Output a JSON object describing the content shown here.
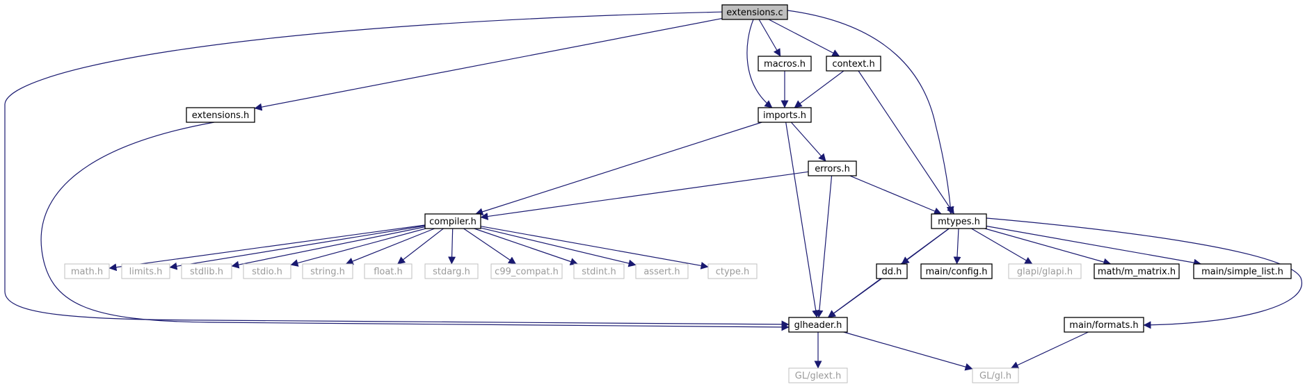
{
  "colors": {
    "edge": "#191970",
    "node_border": "#000000",
    "external_border": "#bfbfbf",
    "external_text": "#9a9a9a",
    "root_fill": "#bfbfbf",
    "node_fill": "#ffffff"
  },
  "nodes": [
    {
      "id": "extensions_c",
      "label": "extensions.c",
      "kind": "root"
    },
    {
      "id": "macros_h",
      "label": "macros.h",
      "kind": "internal"
    },
    {
      "id": "context_h",
      "label": "context.h",
      "kind": "internal"
    },
    {
      "id": "extensions_h",
      "label": "extensions.h",
      "kind": "internal"
    },
    {
      "id": "imports_h",
      "label": "imports.h",
      "kind": "internal"
    },
    {
      "id": "errors_h",
      "label": "errors.h",
      "kind": "internal"
    },
    {
      "id": "compiler_h",
      "label": "compiler.h",
      "kind": "internal"
    },
    {
      "id": "mtypes_h",
      "label": "mtypes.h",
      "kind": "internal"
    },
    {
      "id": "math_h",
      "label": "math.h",
      "kind": "external"
    },
    {
      "id": "limits_h",
      "label": "limits.h",
      "kind": "external"
    },
    {
      "id": "stdlib_h",
      "label": "stdlib.h",
      "kind": "external"
    },
    {
      "id": "stdio_h",
      "label": "stdio.h",
      "kind": "external"
    },
    {
      "id": "string_h",
      "label": "string.h",
      "kind": "external"
    },
    {
      "id": "float_h",
      "label": "float.h",
      "kind": "external"
    },
    {
      "id": "stdarg_h",
      "label": "stdarg.h",
      "kind": "external"
    },
    {
      "id": "c99_compat_h",
      "label": "c99_compat.h",
      "kind": "external"
    },
    {
      "id": "stdint_h",
      "label": "stdint.h",
      "kind": "external"
    },
    {
      "id": "assert_h",
      "label": "assert.h",
      "kind": "external"
    },
    {
      "id": "ctype_h",
      "label": "ctype.h",
      "kind": "external"
    },
    {
      "id": "dd_h",
      "label": "dd.h",
      "kind": "internal"
    },
    {
      "id": "main_config_h",
      "label": "main/config.h",
      "kind": "internal"
    },
    {
      "id": "glapi_glapi_h",
      "label": "glapi/glapi.h",
      "kind": "external"
    },
    {
      "id": "math_m_matrix_h",
      "label": "math/m_matrix.h",
      "kind": "internal"
    },
    {
      "id": "main_simple_list_h",
      "label": "main/simple_list.h",
      "kind": "internal"
    },
    {
      "id": "glheader_h",
      "label": "glheader.h",
      "kind": "internal"
    },
    {
      "id": "main_formats_h",
      "label": "main/formats.h",
      "kind": "internal"
    },
    {
      "id": "gl_glext_h",
      "label": "GL/glext.h",
      "kind": "external"
    },
    {
      "id": "gl_gl_h",
      "label": "GL/gl.h",
      "kind": "external"
    }
  ],
  "edges": [
    {
      "from": "extensions_c",
      "to": "macros_h"
    },
    {
      "from": "extensions_c",
      "to": "context_h"
    },
    {
      "from": "extensions_c",
      "to": "extensions_h"
    },
    {
      "from": "extensions_c",
      "to": "imports_h"
    },
    {
      "from": "extensions_c",
      "to": "mtypes_h"
    },
    {
      "from": "extensions_c",
      "to": "glheader_h"
    },
    {
      "from": "macros_h",
      "to": "imports_h"
    },
    {
      "from": "context_h",
      "to": "imports_h"
    },
    {
      "from": "context_h",
      "to": "mtypes_h"
    },
    {
      "from": "extensions_h",
      "to": "glheader_h"
    },
    {
      "from": "imports_h",
      "to": "compiler_h"
    },
    {
      "from": "imports_h",
      "to": "errors_h"
    },
    {
      "from": "imports_h",
      "to": "glheader_h"
    },
    {
      "from": "errors_h",
      "to": "compiler_h"
    },
    {
      "from": "errors_h",
      "to": "mtypes_h"
    },
    {
      "from": "errors_h",
      "to": "glheader_h"
    },
    {
      "from": "compiler_h",
      "to": "math_h"
    },
    {
      "from": "compiler_h",
      "to": "limits_h"
    },
    {
      "from": "compiler_h",
      "to": "stdlib_h"
    },
    {
      "from": "compiler_h",
      "to": "stdio_h"
    },
    {
      "from": "compiler_h",
      "to": "string_h"
    },
    {
      "from": "compiler_h",
      "to": "float_h"
    },
    {
      "from": "compiler_h",
      "to": "stdarg_h"
    },
    {
      "from": "compiler_h",
      "to": "c99_compat_h"
    },
    {
      "from": "compiler_h",
      "to": "stdint_h"
    },
    {
      "from": "compiler_h",
      "to": "assert_h"
    },
    {
      "from": "compiler_h",
      "to": "ctype_h"
    },
    {
      "from": "mtypes_h",
      "to": "glheader_h"
    },
    {
      "from": "mtypes_h",
      "to": "dd_h"
    },
    {
      "from": "mtypes_h",
      "to": "main_config_h"
    },
    {
      "from": "mtypes_h",
      "to": "glapi_glapi_h"
    },
    {
      "from": "mtypes_h",
      "to": "math_m_matrix_h"
    },
    {
      "from": "mtypes_h",
      "to": "main_simple_list_h"
    },
    {
      "from": "mtypes_h",
      "to": "main_formats_h"
    },
    {
      "from": "dd_h",
      "to": "glheader_h"
    },
    {
      "from": "glheader_h",
      "to": "gl_glext_h"
    },
    {
      "from": "glheader_h",
      "to": "gl_gl_h"
    },
    {
      "from": "main_formats_h",
      "to": "gl_gl_h"
    }
  ]
}
